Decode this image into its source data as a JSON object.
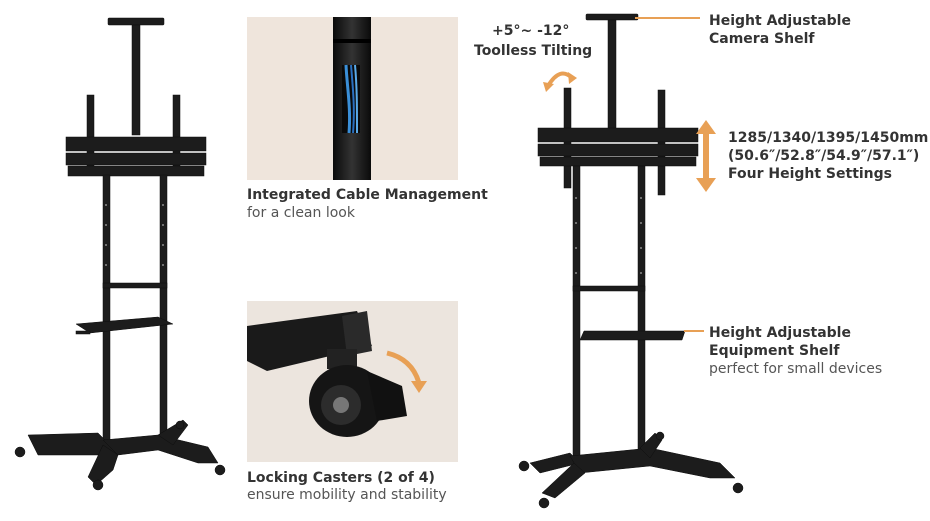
{
  "features": {
    "cable": {
      "title": "Integrated Cable Management",
      "subtitle": "for a clean look"
    },
    "casters": {
      "title": "Locking Casters (2 of 4)",
      "subtitle": "ensure mobility and stability"
    }
  },
  "callouts": {
    "tilt": {
      "range": "+5°~ -12°",
      "label": "Toolless Tilting"
    },
    "camera_shelf": {
      "line1": "Height Adjustable",
      "line2": "Camera Shelf"
    },
    "height": {
      "line1": "1285/1340/1395/1450mm",
      "line2": "(50.6″/52.8″/54.9″/57.1″)",
      "line3": "Four Height Settings"
    },
    "equipment_shelf": {
      "line1": "Height Adjustable",
      "line2": "Equipment Shelf",
      "line3": "perfect for small devices"
    }
  },
  "colors": {
    "accent": "#e8a055",
    "metal": "#1c1c1c",
    "photo_bg": "#efe9e2"
  },
  "icons": [
    "tilt-arrow-icon",
    "height-arrow-icon",
    "rotate-arrow-icon"
  ]
}
